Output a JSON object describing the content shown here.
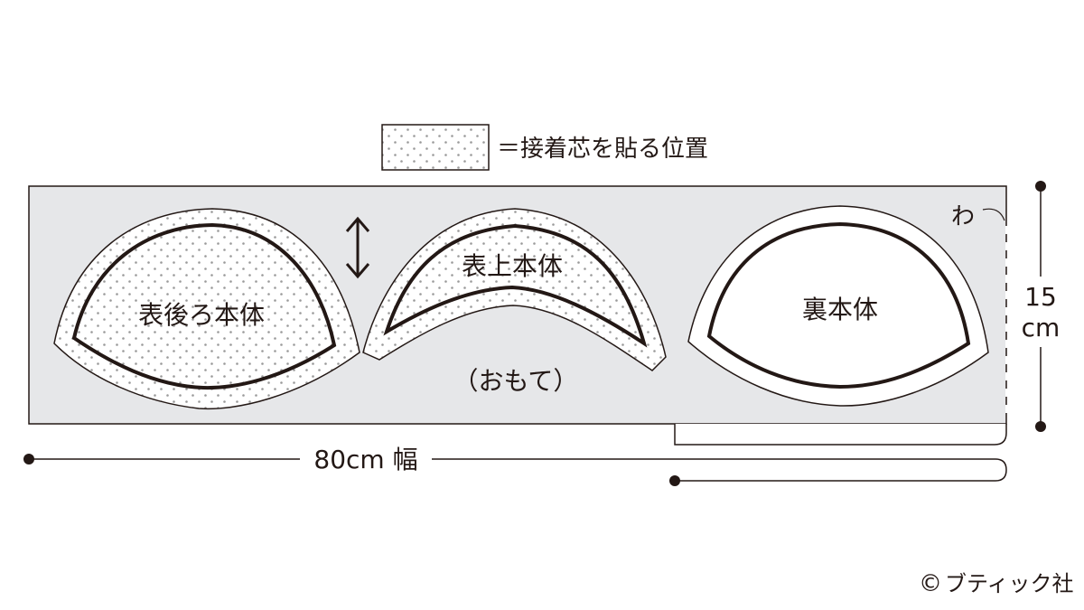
{
  "legend": {
    "text": "＝接着芯を貼る位置"
  },
  "pieces": {
    "back_outer": "表後ろ本体",
    "top_outer": "表上本体",
    "lining": "裏本体"
  },
  "labels": {
    "face_side": "（おもて）",
    "fold": "わ"
  },
  "dimensions": {
    "width": "80cm 幅",
    "height_value": "15",
    "height_unit": "cm"
  },
  "copyright": {
    "symbol": "©",
    "text": "ブティック社"
  },
  "colors": {
    "fabric": "#e6e7e9",
    "line": "#231815",
    "dot": "#9a9a9a"
  },
  "icons": {
    "grain": "double-arrow-vertical-icon",
    "fold_mark": "fold-curve-icon"
  }
}
